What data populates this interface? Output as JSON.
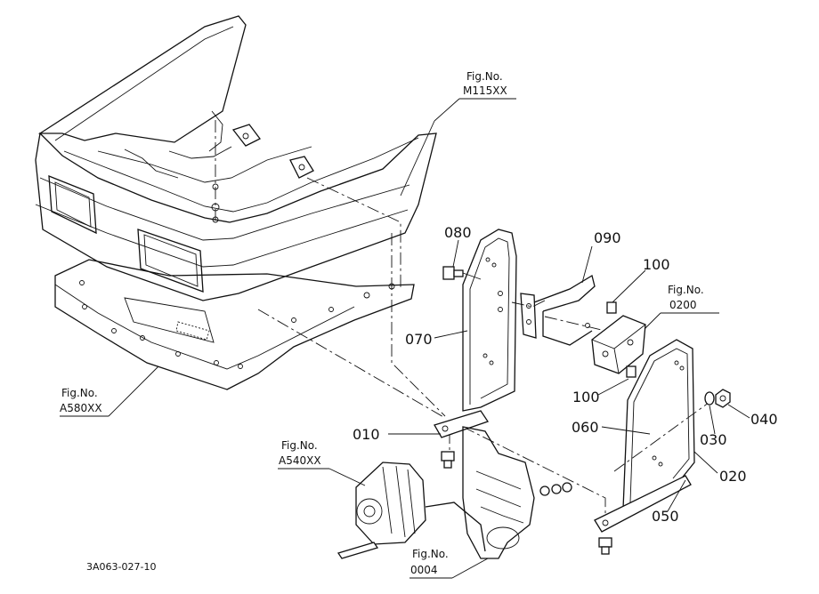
{
  "drawing_code": "3A063-027-10",
  "parts": [
    "010",
    "020",
    "030",
    "040",
    "050",
    "060",
    "070",
    "080",
    "090",
    "100",
    "100"
  ],
  "fig_refs": [
    {
      "caption": "Fig.No.",
      "number": "M115XX"
    },
    {
      "caption": "Fig.No.",
      "number": "0200"
    },
    {
      "caption": "Fig.No.",
      "number": "A580XX"
    },
    {
      "caption": "Fig.No.",
      "number": "A540XX"
    },
    {
      "caption": "Fig.No.",
      "number": "0004"
    }
  ]
}
